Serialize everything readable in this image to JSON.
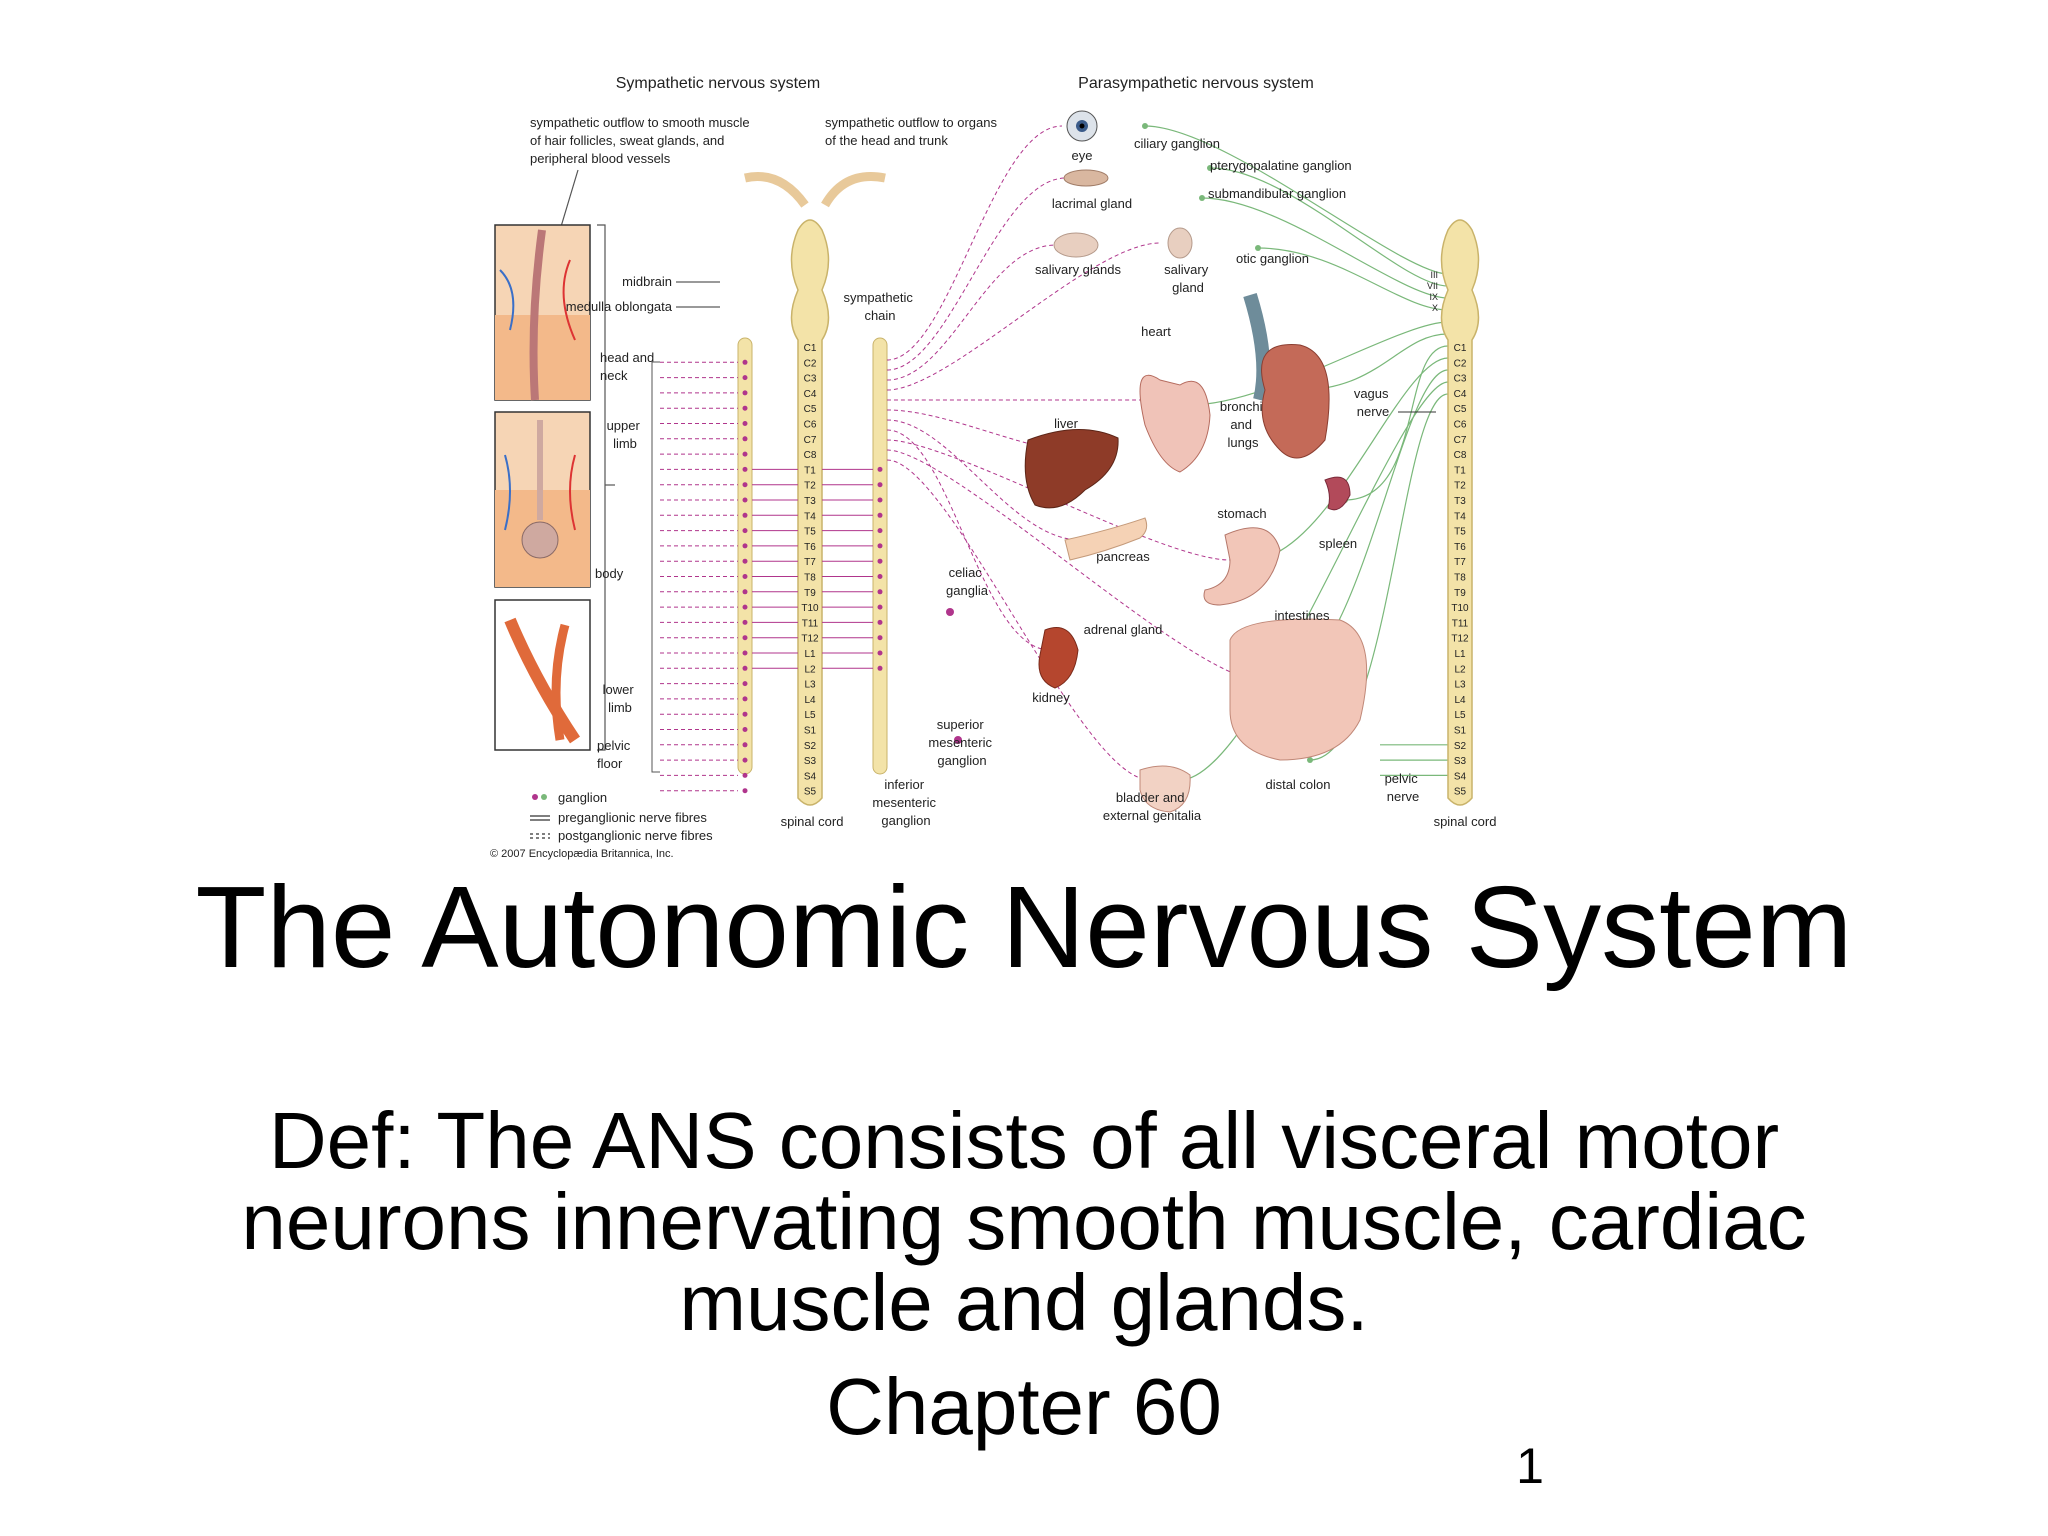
{
  "slide": {
    "title": "The Autonomic Nervous System",
    "definition": "Def: The ANS consists of all visceral motor neurons innervating smooth muscle, cardiac muscle and glands.",
    "chapter": "Chapter 60",
    "page_number": "1"
  },
  "figure": {
    "headers": {
      "sympathetic": "Sympathetic nervous system",
      "parasympathetic": "Parasympathetic nervous system"
    },
    "outflow": {
      "skin": [
        "sympathetic outflow to smooth muscle",
        "of hair follicles, sweat glands, and",
        "peripheral blood vessels"
      ],
      "organs": [
        "sympathetic outflow to organs",
        "of the head and trunk"
      ]
    },
    "brain": {
      "midbrain": "midbrain",
      "medulla": "medulla oblongata"
    },
    "chain_label": [
      "sympathetic",
      "chain"
    ],
    "body_regions": {
      "head_neck": [
        "head and",
        "neck"
      ],
      "upper_limb": [
        "upper",
        "limb"
      ],
      "body": "body",
      "lower_limb": [
        "lower",
        "limb"
      ],
      "pelvic_floor": [
        "pelvic",
        "floor"
      ]
    },
    "vertebrae": [
      "C1",
      "C2",
      "C3",
      "C4",
      "C5",
      "C6",
      "C7",
      "C8",
      "T1",
      "T2",
      "T3",
      "T4",
      "T5",
      "T6",
      "T7",
      "T8",
      "T9",
      "T10",
      "T11",
      "T12",
      "L1",
      "L2",
      "L3",
      "L4",
      "L5",
      "S1",
      "S2",
      "S3",
      "S4",
      "S5"
    ],
    "cranial_nerves": [
      "III",
      "VII",
      "IX",
      "X"
    ],
    "organs": {
      "eye": "eye",
      "ciliary": "ciliary ganglion",
      "pterygo": "pterygopalatine ganglion",
      "lacrimal": "lacrimal gland",
      "submandibular": "submandibular ganglion",
      "salivary_glands": "salivary glands",
      "salivary_gland": [
        "salivary",
        "gland"
      ],
      "otic": "otic ganglion",
      "heart": "heart",
      "bronchi": [
        "bronchi",
        "and",
        "lungs"
      ],
      "vagus": [
        "vagus",
        "nerve"
      ],
      "liver": "liver",
      "stomach": "stomach",
      "spleen": "spleen",
      "pancreas": "pancreas",
      "celiac": [
        "celiac",
        "ganglia"
      ],
      "intestines": "intestines",
      "adrenal": "adrenal gland",
      "kidney": "kidney",
      "superior_mesenteric": [
        "superior",
        "mesenteric",
        "ganglion"
      ],
      "inferior_mesenteric": [
        "inferior",
        "mesenteric",
        "ganglion"
      ],
      "bladder": [
        "bladder and",
        "external genitalia"
      ],
      "distal_colon": "distal colon",
      "pelvic_nerve": [
        "pelvic",
        "nerve"
      ]
    },
    "spinal_cord_left": "spinal cord",
    "spinal_cord_right": "spinal cord",
    "legend": {
      "ganglion": "ganglion",
      "pre": "preganglionic nerve fibres",
      "post": "postganglionic nerve fibres"
    },
    "copyright": "© 2007 Encyclopædia Britannica, Inc.",
    "colors": {
      "sympathetic": "#b0358c",
      "parasympathetic": "#7ab87a",
      "cord": "#f3e3a8",
      "cord_stroke": "#c9b36a",
      "organ": "#c86a55",
      "skin": "#f2c09a"
    }
  }
}
